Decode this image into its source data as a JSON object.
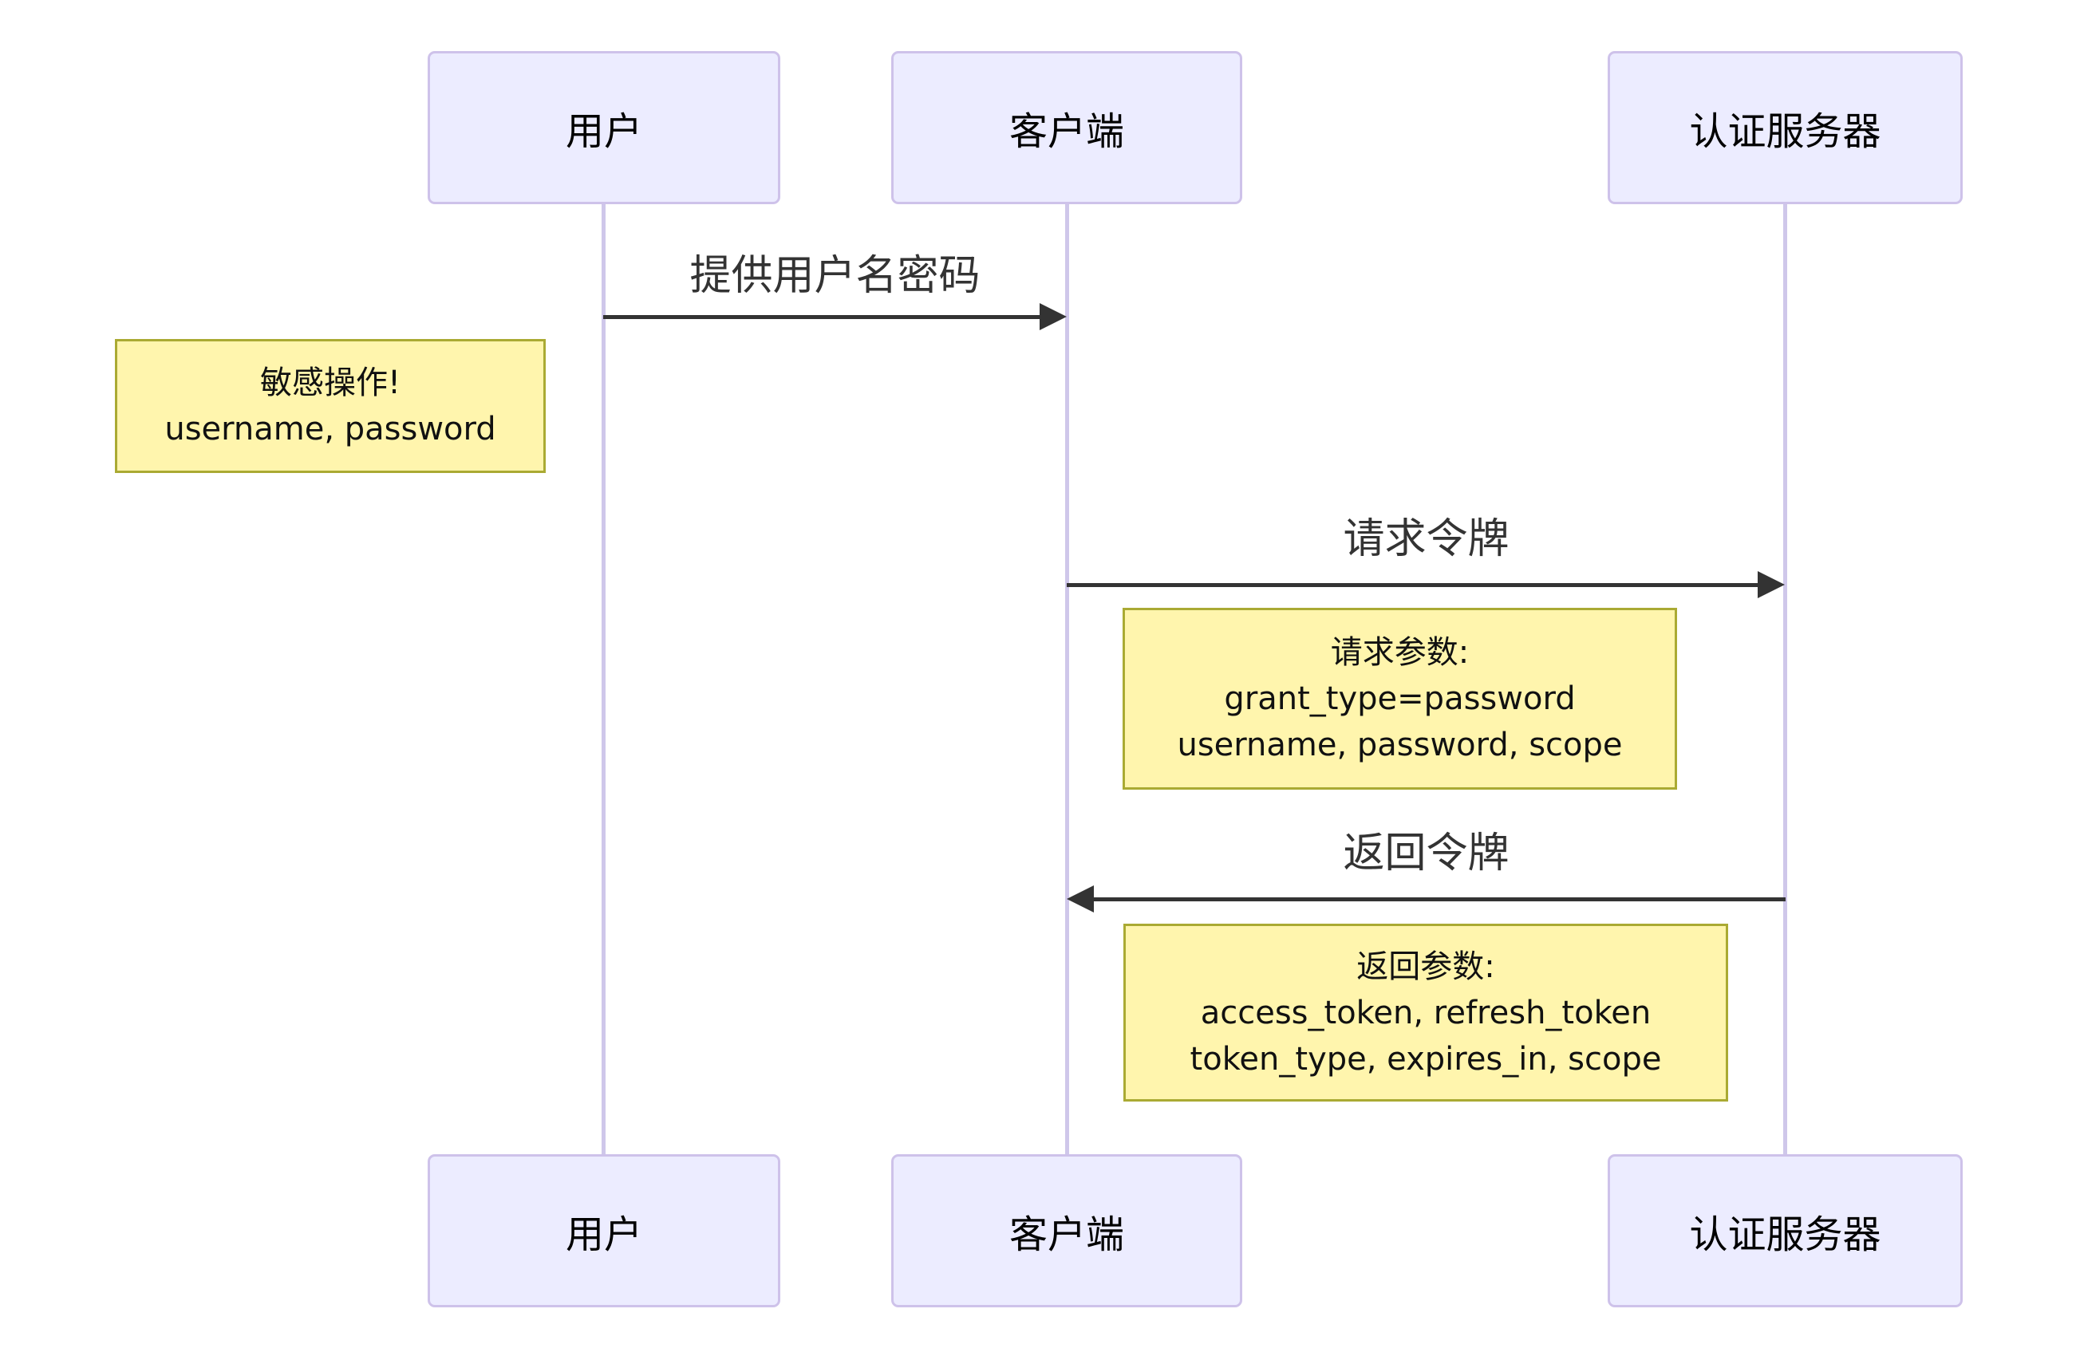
{
  "diagram": {
    "type": "sequence-diagram",
    "actors": [
      {
        "label": "用户"
      },
      {
        "label": "客户端"
      },
      {
        "label": "认证服务器"
      }
    ],
    "messages": [
      {
        "label": "提供用户名密码",
        "from": "用户",
        "to": "客户端",
        "direction": "right"
      },
      {
        "label": "请求令牌",
        "from": "客户端",
        "to": "认证服务器",
        "direction": "right"
      },
      {
        "label": "返回令牌",
        "from": "认证服务器",
        "to": "客户端",
        "direction": "left"
      }
    ],
    "notes": [
      {
        "placement": "left-of-user",
        "lines": [
          "敏感操作!",
          "username, password"
        ]
      },
      {
        "placement": "between-client-and-auth-server",
        "lines": [
          "请求参数:",
          "grant_type=password",
          "username, password, scope"
        ]
      },
      {
        "placement": "between-client-and-auth-server",
        "lines": [
          "返回参数:",
          "access_token, refresh_token",
          "token_type, expires_in, scope"
        ]
      }
    ],
    "colors": {
      "background": "#FFFFFF",
      "actor_fill": "#ECECFF",
      "actor_border": "#CEC2EA",
      "lifeline": "#CFC7EA",
      "note_fill": "#FFF5AD",
      "note_border": "#AAAA33",
      "arrow": "#333333",
      "message_text": "#333333",
      "actor_text": "#000000",
      "note_text": "#111111"
    }
  }
}
